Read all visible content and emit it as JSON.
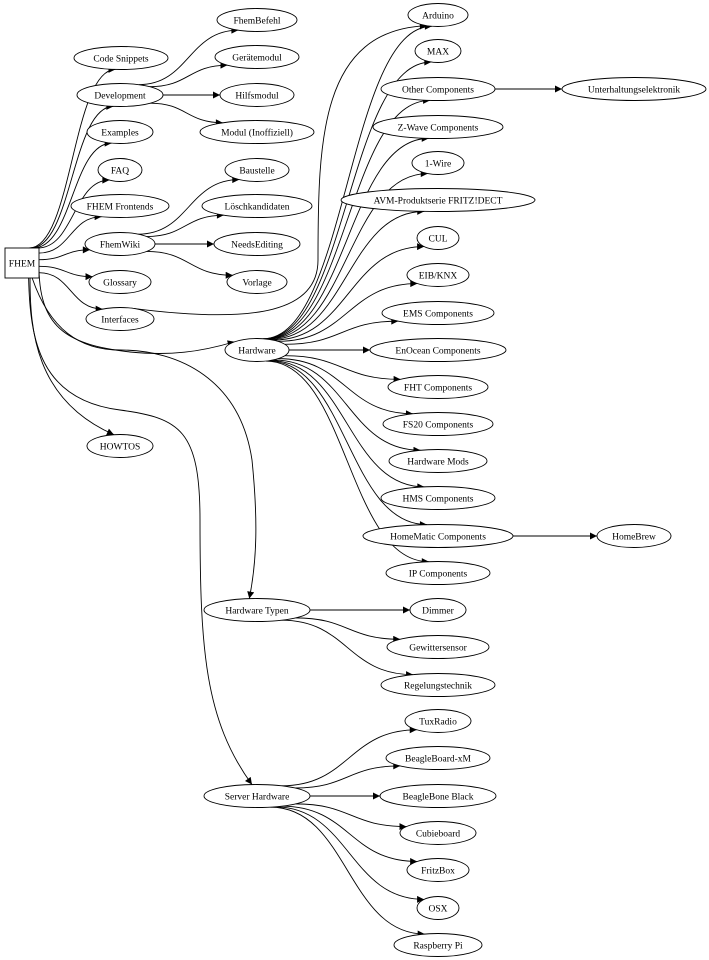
{
  "graph": {
    "root": "FHEM",
    "nodes": [
      {
        "id": "fhem",
        "label": "FHEM",
        "shape": "box"
      },
      {
        "id": "code_snippets",
        "label": "Code Snippets"
      },
      {
        "id": "development",
        "label": "Development"
      },
      {
        "id": "examples",
        "label": "Examples"
      },
      {
        "id": "faq",
        "label": "FAQ"
      },
      {
        "id": "fhem_frontends",
        "label": "FHEM Frontends"
      },
      {
        "id": "fhemwiki",
        "label": "FhemWiki"
      },
      {
        "id": "glossary",
        "label": "Glossary"
      },
      {
        "id": "interfaces",
        "label": "Interfaces"
      },
      {
        "id": "howtos",
        "label": "HOWTOS"
      },
      {
        "id": "fhembefehl",
        "label": "FhemBefehl"
      },
      {
        "id": "geraetemodul",
        "label": "Gerätemodul"
      },
      {
        "id": "hilfsmodul",
        "label": "Hilfsmodul"
      },
      {
        "id": "modul_inoffiziell",
        "label": "Modul (Inoffiziell)"
      },
      {
        "id": "baustelle",
        "label": "Baustelle"
      },
      {
        "id": "loeschkandidaten",
        "label": "Löschkandidaten"
      },
      {
        "id": "needsediting",
        "label": "NeedsEditing"
      },
      {
        "id": "vorlage",
        "label": "Vorlage"
      },
      {
        "id": "hardware",
        "label": "Hardware"
      },
      {
        "id": "hardware_typen",
        "label": "Hardware Typen"
      },
      {
        "id": "server_hardware",
        "label": "Server Hardware"
      },
      {
        "id": "arduino",
        "label": "Arduino"
      },
      {
        "id": "max",
        "label": "MAX"
      },
      {
        "id": "other_components",
        "label": "Other Components"
      },
      {
        "id": "unterhaltungselektronik",
        "label": "Unterhaltungselektronik"
      },
      {
        "id": "zwave",
        "label": "Z-Wave Components"
      },
      {
        "id": "onewire",
        "label": "1-Wire"
      },
      {
        "id": "avm",
        "label": "AVM-Produktserie FRITZ!DECT"
      },
      {
        "id": "cul",
        "label": "CUL"
      },
      {
        "id": "eib_knx",
        "label": "EIB/KNX"
      },
      {
        "id": "ems",
        "label": "EMS Components"
      },
      {
        "id": "enocean",
        "label": "EnOcean Components"
      },
      {
        "id": "fht",
        "label": "FHT Components"
      },
      {
        "id": "fs20",
        "label": "FS20 Components"
      },
      {
        "id": "hardware_mods",
        "label": "Hardware Mods"
      },
      {
        "id": "hms",
        "label": "HMS Components"
      },
      {
        "id": "homematic",
        "label": "HomeMatic Components"
      },
      {
        "id": "homebrew",
        "label": "HomeBrew"
      },
      {
        "id": "ip_components",
        "label": "IP Components"
      },
      {
        "id": "dimmer",
        "label": "Dimmer"
      },
      {
        "id": "gewittersensor",
        "label": "Gewittersensor"
      },
      {
        "id": "regelungstechnik",
        "label": "Regelungstechnik"
      },
      {
        "id": "tuxradio",
        "label": "TuxRadio"
      },
      {
        "id": "beagleboard",
        "label": "BeagleBoard-xM"
      },
      {
        "id": "beaglebone",
        "label": "BeagleBone Black"
      },
      {
        "id": "cubieboard",
        "label": "Cubieboard"
      },
      {
        "id": "fritzbox",
        "label": "FritzBox"
      },
      {
        "id": "osx",
        "label": "OSX"
      },
      {
        "id": "raspberry_pi",
        "label": "Raspberry Pi"
      }
    ],
    "edges": [
      [
        "fhem",
        "code_snippets"
      ],
      [
        "fhem",
        "development"
      ],
      [
        "fhem",
        "examples"
      ],
      [
        "fhem",
        "faq"
      ],
      [
        "fhem",
        "fhem_frontends"
      ],
      [
        "fhem",
        "fhemwiki"
      ],
      [
        "fhem",
        "glossary"
      ],
      [
        "fhem",
        "interfaces"
      ],
      [
        "fhem",
        "howtos"
      ],
      [
        "fhem",
        "hardware"
      ],
      [
        "fhem",
        "hardware_typen"
      ],
      [
        "fhem",
        "server_hardware"
      ],
      [
        "development",
        "fhembefehl"
      ],
      [
        "development",
        "geraetemodul"
      ],
      [
        "development",
        "hilfsmodul"
      ],
      [
        "development",
        "modul_inoffiziell"
      ],
      [
        "fhemwiki",
        "baustelle"
      ],
      [
        "fhemwiki",
        "loeschkandidaten"
      ],
      [
        "fhemwiki",
        "needsediting"
      ],
      [
        "fhemwiki",
        "vorlage"
      ],
      [
        "interfaces",
        "arduino"
      ],
      [
        "hardware",
        "arduino"
      ],
      [
        "hardware",
        "max"
      ],
      [
        "hardware",
        "other_components"
      ],
      [
        "hardware",
        "zwave"
      ],
      [
        "hardware",
        "onewire"
      ],
      [
        "hardware",
        "avm"
      ],
      [
        "hardware",
        "cul"
      ],
      [
        "hardware",
        "eib_knx"
      ],
      [
        "hardware",
        "ems"
      ],
      [
        "hardware",
        "enocean"
      ],
      [
        "hardware",
        "fht"
      ],
      [
        "hardware",
        "fs20"
      ],
      [
        "hardware",
        "hardware_mods"
      ],
      [
        "hardware",
        "hms"
      ],
      [
        "hardware",
        "homematic"
      ],
      [
        "hardware",
        "ip_components"
      ],
      [
        "other_components",
        "unterhaltungselektronik"
      ],
      [
        "homematic",
        "homebrew"
      ],
      [
        "hardware_typen",
        "dimmer"
      ],
      [
        "hardware_typen",
        "gewittersensor"
      ],
      [
        "hardware_typen",
        "regelungstechnik"
      ],
      [
        "server_hardware",
        "tuxradio"
      ],
      [
        "server_hardware",
        "beagleboard"
      ],
      [
        "server_hardware",
        "beaglebone"
      ],
      [
        "server_hardware",
        "cubieboard"
      ],
      [
        "server_hardware",
        "fritzbox"
      ],
      [
        "server_hardware",
        "osx"
      ],
      [
        "server_hardware",
        "raspberry_pi"
      ]
    ]
  }
}
